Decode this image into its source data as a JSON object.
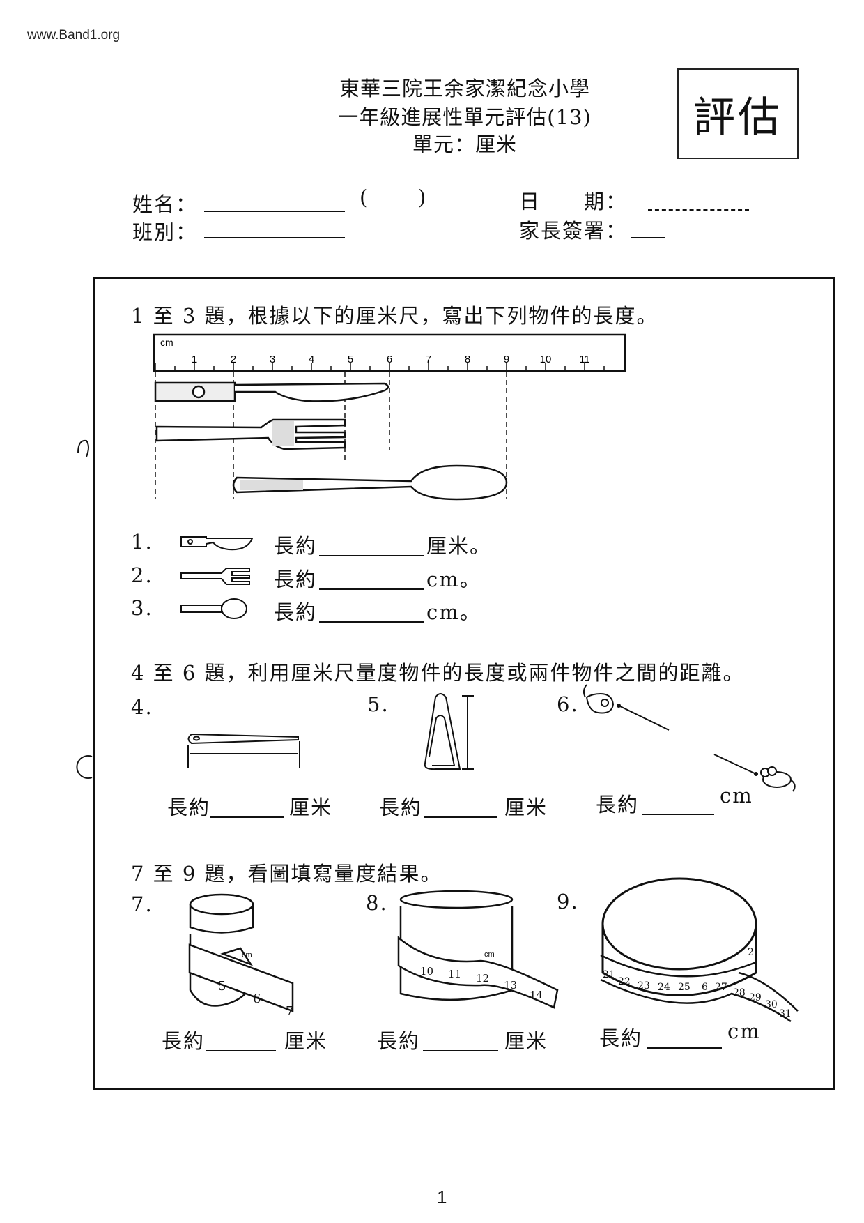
{
  "watermark": "www.Band1.org",
  "header": {
    "school": "東華三院王余家潔紀念小學",
    "assessment": "一年級進展性單元評估(13)",
    "unit": "單元：厘米",
    "badge": "評估"
  },
  "student_info": {
    "name_label": "姓名：",
    "paren_open": "(",
    "paren_close": ")",
    "class_label": "班別：",
    "date_label": "日　　期：",
    "signature_label": "家長簽署："
  },
  "section1": {
    "instruction": "1 至 3 題，根據以下的厘米尺，寫出下列物件的長度。",
    "ruler_unit": "cm",
    "ruler_labels": [
      "1",
      "2",
      "3",
      "4",
      "5",
      "6",
      "7",
      "8",
      "9",
      "10",
      "11"
    ],
    "questions": [
      {
        "num": "1.",
        "item": "knife",
        "prefix": "長約",
        "unit": "厘米。"
      },
      {
        "num": "2.",
        "item": "fork",
        "prefix": "長約",
        "unit": "cm。"
      },
      {
        "num": "3.",
        "item": "spoon",
        "prefix": "長約",
        "unit": "cm。"
      }
    ]
  },
  "section2": {
    "instruction": "4 至 6 題，利用厘米尺量度物件的長度或兩件物件之間的距離。",
    "questions": [
      {
        "num": "4.",
        "prefix": "長約",
        "unit": "厘米"
      },
      {
        "num": "5.",
        "prefix": "長約",
        "unit": "厘米"
      },
      {
        "num": "6.",
        "prefix": "長約",
        "unit": "cm"
      }
    ]
  },
  "section3": {
    "instruction": "7 至 9 題，看圖填寫量度結果。",
    "tape_unit": "cm",
    "questions": [
      {
        "num": "7.",
        "prefix": "長約",
        "unit": "厘米",
        "tape_labels": [
          "5",
          "6",
          "7"
        ]
      },
      {
        "num": "8.",
        "prefix": "長約",
        "unit": "厘米",
        "tape_labels": [
          "10",
          "11",
          "12",
          "13",
          "14"
        ]
      },
      {
        "num": "9.",
        "prefix": "長約",
        "unit": "cm",
        "tape_labels": [
          "21",
          "22",
          "23",
          "24",
          "25",
          "6",
          "27",
          "28",
          "29",
          "30",
          "31",
          "2"
        ]
      }
    ]
  },
  "page_number": "1"
}
